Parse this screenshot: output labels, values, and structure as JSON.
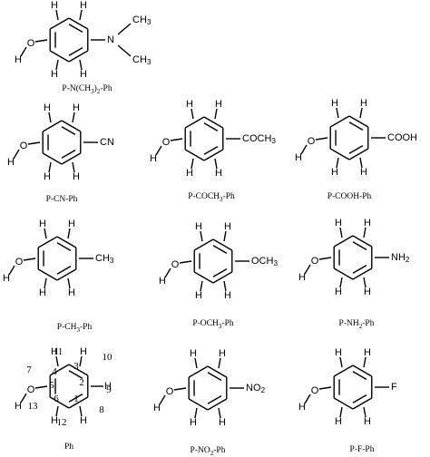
{
  "molecules": [
    {
      "id": "p-nme2",
      "caption": "P-N(CH<sub>3</sub>)<sub>2</sub>-Ph",
      "substituent": [
        "N"
      ],
      "methyls": [
        "CH<sub>3</sub>",
        "CH<sub>3</sub>"
      ]
    },
    {
      "id": "p-cn",
      "caption": "P-CN-Ph",
      "substituent": [
        "CN"
      ]
    },
    {
      "id": "p-coch3",
      "caption": "P-COCH<sub>3</sub>-Ph",
      "substituent": [
        "COCH<sub>3</sub>"
      ]
    },
    {
      "id": "p-cooh",
      "caption": "P-COOH-Ph",
      "substituent": [
        "COOH"
      ]
    },
    {
      "id": "p-ch3",
      "caption": "P-CH<sub>3</sub>-Ph",
      "substituent": [
        "CH<sub>3</sub>"
      ]
    },
    {
      "id": "p-och3",
      "caption": "P-OCH<sub>3</sub>-Ph",
      "substituent": [
        "OCH<sub>3</sub>"
      ]
    },
    {
      "id": "p-nh2",
      "caption": "P-NH<sub>2</sub>-Ph",
      "substituent": [
        "NH<sub>2</sub>"
      ]
    },
    {
      "id": "ph",
      "caption": "Ph",
      "substituent": [],
      "numbers": [
        "1",
        "2",
        "3",
        "4",
        "5",
        "6",
        "7",
        "8",
        "9",
        "10",
        "11",
        "12",
        "13"
      ]
    },
    {
      "id": "p-no2",
      "caption": "P-NO<sub>2</sub>-Ph",
      "substituent": [
        "NO<sub>2</sub>"
      ]
    },
    {
      "id": "p-f",
      "caption": "P-F-Ph",
      "substituent": [
        "F"
      ]
    }
  ],
  "atoms": {
    "oxygen": "O",
    "hydrogen": "H"
  }
}
